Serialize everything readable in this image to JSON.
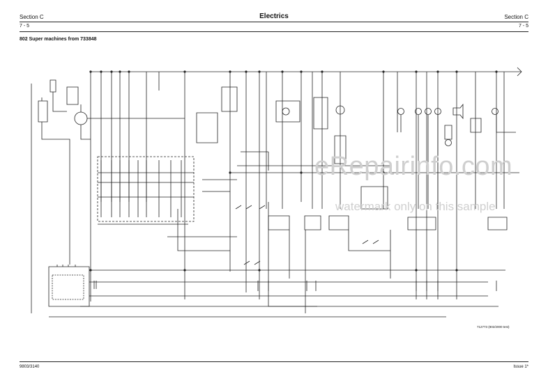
{
  "header": {
    "section_left": "Section C",
    "page_left": "7 - 5",
    "title": "Electrics",
    "section_right": "Section C",
    "page_right": "7 - 5"
  },
  "subtitle": "802 Super machines from 733848",
  "figure_ref": "712773 (802/2000 test)",
  "footer": {
    "doc_number": "9803/3140",
    "issue": "Issue 1*"
  },
  "watermark": {
    "site": "eRepairinfo.com",
    "note": "watermark only on this sample"
  }
}
